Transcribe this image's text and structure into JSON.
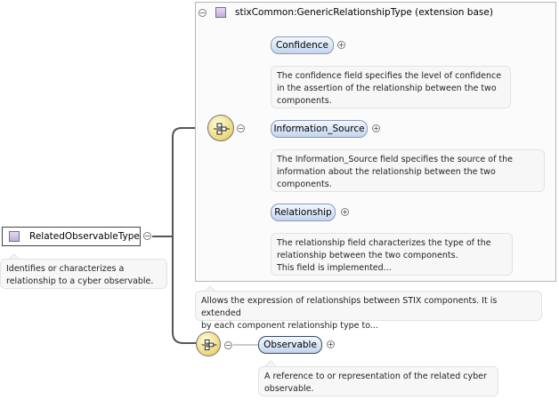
{
  "root": {
    "label": "RelatedObservableType",
    "annotation": "Identifies or characterizes a\nrelationship to a cyber observable."
  },
  "extension": {
    "title": "stixCommon:GenericRelationshipType (extension base)",
    "annotation": "Allows the expression of relationships between STIX components. It is extended\nby each component relationship type to..."
  },
  "elements": {
    "confidence": {
      "label": "Confidence",
      "annotation": "The confidence field specifies the level of confidence\nin the assertion of the relationship between the two\ncomponents."
    },
    "information_source": {
      "label": "Information_Source",
      "annotation": "The Information_Source field specifies the source of the\ninformation about the relationship between the two\ncomponents."
    },
    "relationship": {
      "label": "Relationship",
      "annotation": "The relationship field characterizes the type of the\nrelationship between the two components.\nThis field is implemented..."
    },
    "observable": {
      "label": "Observable",
      "annotation": "A reference to or representation of the related cyber\nobservable."
    }
  },
  "symbols": {
    "collapse": "−",
    "expand": "+"
  }
}
